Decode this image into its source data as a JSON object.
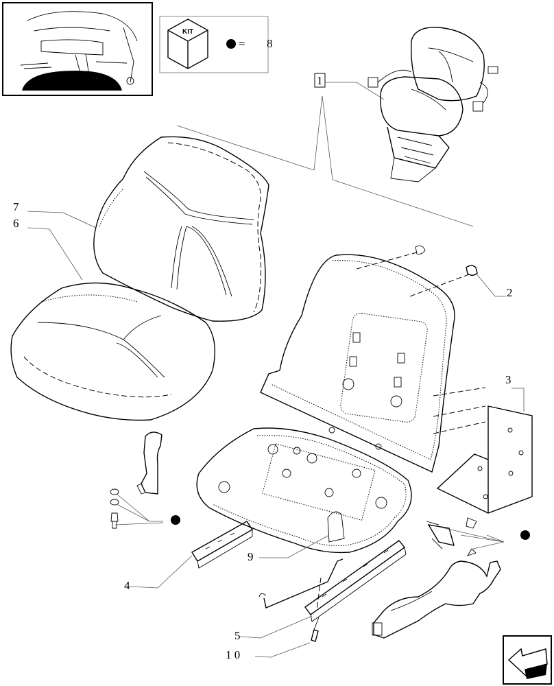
{
  "kit_legend": {
    "kit_text": "KIT",
    "equals_sign": "=",
    "kit_number": "8"
  },
  "callouts": [
    "1",
    "2",
    "3",
    "4",
    "5",
    "6",
    "7",
    "9",
    "1 0"
  ],
  "icons": {
    "thumbnail": "tractor-cab-thumbnail",
    "kit_box": "kit-box-icon",
    "kit_dot": "kit-dot-icon",
    "next_page": "next-page-arrow-icon"
  }
}
